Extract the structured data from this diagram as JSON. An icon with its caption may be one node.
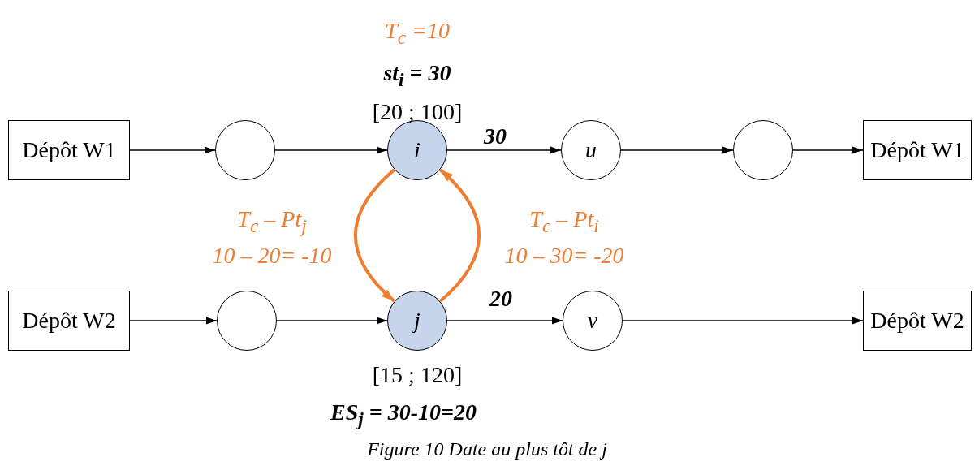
{
  "diagram": {
    "caption": "Figure 10 Date au plus tôt de j",
    "nodes": [
      {
        "text": [
          "Dépôt W1"
        ]
      },
      {
        "text": [],
        "shape": "circle"
      },
      {
        "text": [
          "i"
        ],
        "beside": [
          "T$_{c}$ =10",
          "st$_{i}$ = 30",
          "[20 ; 100]"
        ]
      },
      {
        "text": [
          "u"
        ]
      },
      {
        "text": [],
        "shape": "circle"
      },
      {
        "text": [
          "Dépôt W1"
        ]
      },
      {
        "text": [
          "Dépôt W2"
        ]
      },
      {
        "text": [],
        "shape": "circle"
      },
      {
        "text": [
          "j"
        ],
        "beside": [
          "[15 ; 120]",
          "ES$_{j}$ = 30-10=20"
        ]
      },
      {
        "text": [
          "v"
        ]
      },
      {
        "text": [
          "Dépôt W2"
        ]
      }
    ],
    "edges": [
      {
        "from": 0,
        "to": 1,
        "arrow": "to"
      },
      {
        "from": 1,
        "to": 2,
        "arrow": "to"
      },
      {
        "from": 2,
        "to": 3,
        "arrow": "to",
        "label": "30"
      },
      {
        "from": 3,
        "to": 4,
        "arrow": "to"
      },
      {
        "from": 4,
        "to": 5,
        "arrow": "to"
      },
      {
        "from": 6,
        "to": 7,
        "arrow": "to"
      },
      {
        "from": 7,
        "to": 8,
        "arrow": "to"
      },
      {
        "from": 8,
        "to": 9,
        "arrow": "to",
        "label": "20"
      },
      {
        "from": 9,
        "to": 10,
        "arrow": "to"
      },
      {
        "from": 2,
        "to": 8,
        "arrow": "to",
        "label": "T$_{c}$ – Pt$_{j}$ 10 – 20= -10",
        "style": "thick",
        "color": "#ed7d31"
      },
      {
        "from": 8,
        "to": 2,
        "arrow": "to",
        "label": "T$_{c}$ – Pt$_{i}$ 10 – 30= -20",
        "style": "thick",
        "color": "#ed7d31"
      }
    ]
  }
}
